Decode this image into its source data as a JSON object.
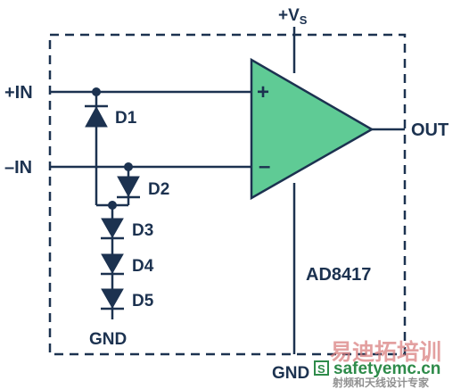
{
  "labels": {
    "vs_main": "+V",
    "vs_sub": "S",
    "in_plus": "+IN",
    "in_minus": "–IN",
    "out": "OUT",
    "gnd_bottom": "GND",
    "gnd_right": "GND",
    "chip": "AD8417",
    "plus_sign": "+",
    "minus_sign": "–"
  },
  "diodes": [
    {
      "label": "D1"
    },
    {
      "label": "D2"
    },
    {
      "label": "D3"
    },
    {
      "label": "D4"
    },
    {
      "label": "D5"
    }
  ],
  "watermark": {
    "cn_top": "易迪拓培训",
    "cn_bottom": "射频和天线设计专家",
    "url": "safetyemc.cn",
    "logo_letter": "S"
  },
  "colors": {
    "wire": "#1c3250",
    "amp_fill": "#5fcb95",
    "watermark_red": "#d98080",
    "watermark_green": "#2e8b4a",
    "watermark_gray": "#909090"
  }
}
